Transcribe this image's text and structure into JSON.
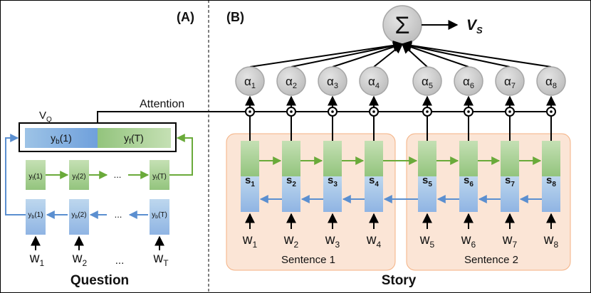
{
  "panels": {
    "a_label": "(A)",
    "b_label": "(B)"
  },
  "question": {
    "vq_label": "V",
    "vq_sub": "Q",
    "yb1": {
      "base": "y",
      "sub": "b",
      "tail": "(1)"
    },
    "yfT": {
      "base": "y",
      "sub": "f",
      "tail": "(T)"
    },
    "cells": [
      {
        "f": {
          "base": "y",
          "sub": "f",
          "tail": "(1)"
        },
        "b": {
          "base": "y",
          "sub": "b",
          "tail": "(1)"
        },
        "w": {
          "base": "w",
          "sub": "1"
        }
      },
      {
        "f": {
          "base": "y",
          "sub": "f",
          "tail": "(2)"
        },
        "b": {
          "base": "y",
          "sub": "b",
          "tail": "(2)"
        },
        "w": {
          "base": "w",
          "sub": "2"
        }
      },
      {
        "f": {
          "base": "y",
          "sub": "f",
          "tail": "(T)"
        },
        "b": {
          "base": "y",
          "sub": "b",
          "tail": "(T)"
        },
        "w": {
          "base": "w",
          "sub": "T"
        }
      }
    ],
    "ellipsis": "...",
    "title": "Question"
  },
  "story": {
    "attention_label": "Attention",
    "sum_symbol": "Σ",
    "vs": {
      "base": "V",
      "sub": "S"
    },
    "alphas": [
      {
        "base": "α",
        "sub": "1"
      },
      {
        "base": "α",
        "sub": "2"
      },
      {
        "base": "α",
        "sub": "3"
      },
      {
        "base": "α",
        "sub": "4"
      },
      {
        "base": "α",
        "sub": "5"
      },
      {
        "base": "α",
        "sub": "6"
      },
      {
        "base": "α",
        "sub": "7"
      },
      {
        "base": "α",
        "sub": "8"
      }
    ],
    "states": [
      {
        "base": "s",
        "sub": "1"
      },
      {
        "base": "s",
        "sub": "2"
      },
      {
        "base": "s",
        "sub": "3"
      },
      {
        "base": "s",
        "sub": "4"
      },
      {
        "base": "s",
        "sub": "5"
      },
      {
        "base": "s",
        "sub": "6"
      },
      {
        "base": "s",
        "sub": "7"
      },
      {
        "base": "s",
        "sub": "8"
      }
    ],
    "words": [
      {
        "base": "w",
        "sub": "1"
      },
      {
        "base": "w",
        "sub": "2"
      },
      {
        "base": "w",
        "sub": "3"
      },
      {
        "base": "w",
        "sub": "4"
      },
      {
        "base": "w",
        "sub": "5"
      },
      {
        "base": "w",
        "sub": "6"
      },
      {
        "base": "w",
        "sub": "7"
      },
      {
        "base": "w",
        "sub": "8"
      }
    ],
    "sentence1": "Sentence 1",
    "sentence2": "Sentence 2",
    "title": "Story"
  },
  "colors": {
    "forward_green": "#6aaa3a",
    "backward_blue": "#5b8fd0",
    "green_fill": "#a9d18e",
    "blue_fill": "#9dc3e6",
    "sentence_fill": "#fbe5d6",
    "sentence_border": "#f4b183",
    "alpha_fill": "#d0d0d0",
    "alpha_stroke": "#a6a6a6"
  }
}
